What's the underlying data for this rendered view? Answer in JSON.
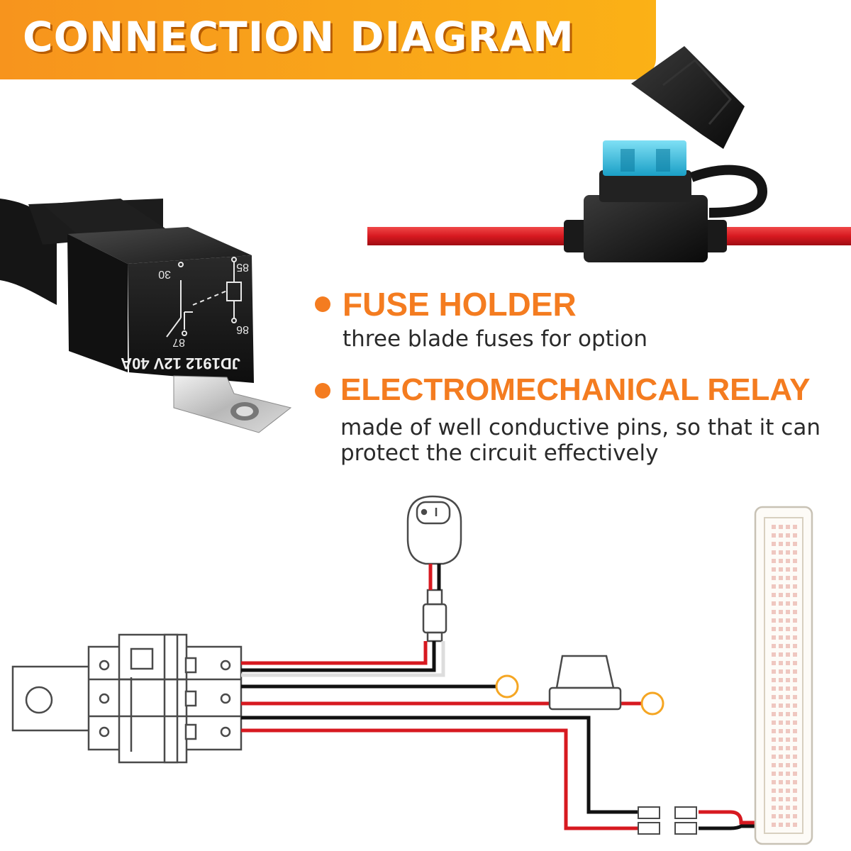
{
  "banner": {
    "title": "CONNECTION DIAGRAM"
  },
  "features": [
    {
      "title": "FUSE HOLDER",
      "description": "three blade fuses for option"
    },
    {
      "title": "ELECTROMECHANICAL RELAY",
      "description": "made of well conductive pins, so that it can protect the circuit effectively"
    }
  ],
  "relay_markings": {
    "model": "JD1912 12V 40A",
    "pin_30": "30",
    "pin_85": "85",
    "pin_86": "86",
    "pin_87": "87"
  },
  "colors": {
    "accent": "#f47c20",
    "wire_red": "#d71920",
    "wire_black": "#111111",
    "fuse_blue": "#3fc3e6",
    "ring_terminal": "#f5a623"
  },
  "icons": [
    "fuse-holder-icon",
    "relay-icon",
    "rocker-switch-icon",
    "led-light-bar-icon",
    "ring-terminal-icon",
    "connector-icon"
  ]
}
